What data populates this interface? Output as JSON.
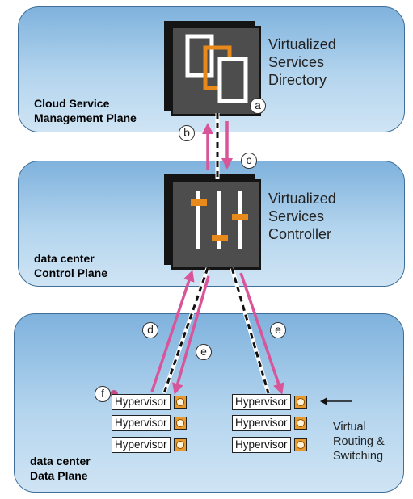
{
  "planes": {
    "cloud": {
      "label": "Cloud Service\nManagement Plane"
    },
    "control": {
      "label": "data center\nControl Plane"
    },
    "data": {
      "label": "data center\nData Plane"
    }
  },
  "directory": {
    "text": "Virtualized\nServices\nDirectory",
    "icon": "stacked-windows-icon"
  },
  "controller": {
    "text": "Virtualized\nServices\nController",
    "icon": "slider-controls-icon"
  },
  "markers": {
    "a": "a",
    "b": "b",
    "c": "c",
    "d": "d",
    "e1": "e",
    "e2": "e",
    "f": "f"
  },
  "hypervisors": {
    "left": [
      "Hypervisor",
      "Hypervisor",
      "Hypervisor"
    ],
    "right": [
      "Hypervisor",
      "Hypervisor",
      "Hypervisor"
    ]
  },
  "annotation": {
    "text": "Virtual\nRouting &\nSwitching"
  },
  "colors": {
    "plane_fill": "#a9cdeb",
    "plane_border": "#3f6f98",
    "accent_orange": "#e8891c",
    "arrow_pink": "#d9559a",
    "icon_dark": "#4d4d4d"
  }
}
